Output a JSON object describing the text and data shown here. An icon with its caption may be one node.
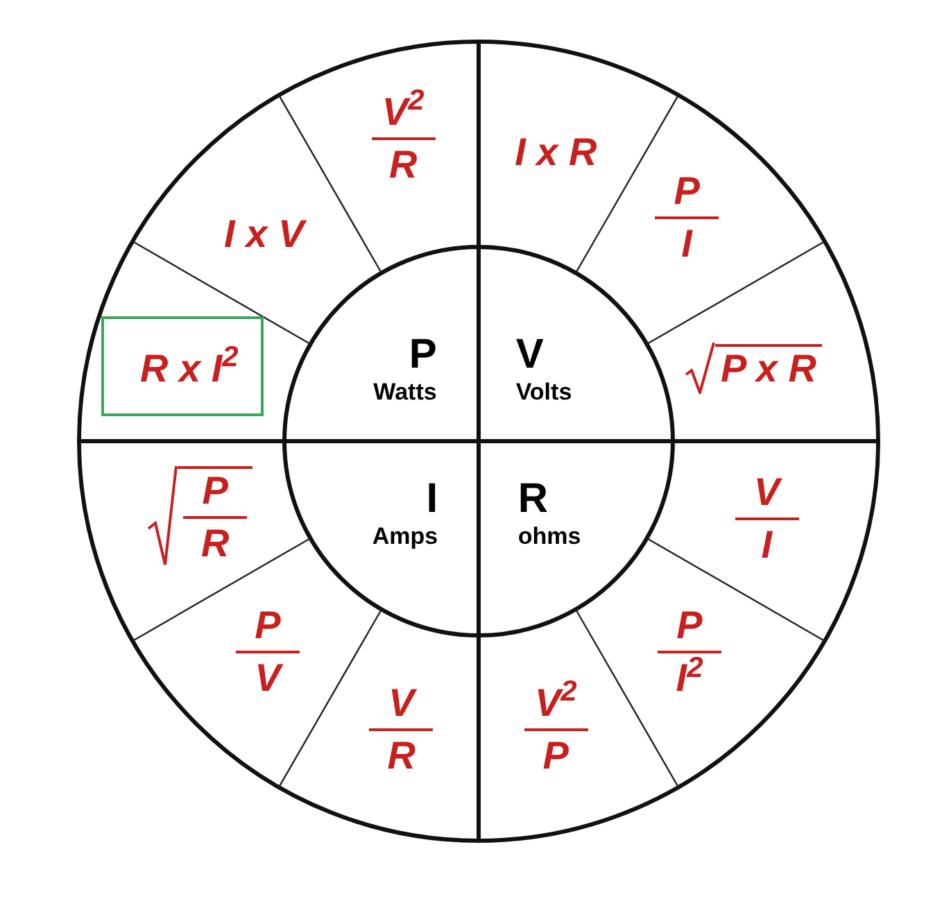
{
  "diagram": {
    "nodes": [
      {
        "text": [
          "P",
          "Watts"
        ]
      },
      {
        "text": [
          "V",
          "Volts"
        ]
      },
      {
        "text": [
          "I",
          "Amps"
        ]
      },
      {
        "text": [
          "R",
          "ohms"
        ]
      },
      {
        "text": [
          "I x R"
        ]
      },
      {
        "text": [
          "P",
          "I"
        ]
      },
      {
        "text": [
          "P x R"
        ]
      },
      {
        "text": [
          "V",
          "I"
        ]
      },
      {
        "text": [
          "P",
          "I$^{2}$"
        ]
      },
      {
        "text": [
          "V$^{2}$",
          "P"
        ]
      },
      {
        "text": [
          "V",
          "R"
        ]
      },
      {
        "text": [
          "P",
          "V"
        ]
      },
      {
        "text": [
          "P",
          "R"
        ]
      },
      {
        "text": [
          "R x I$^{2}$"
        ]
      },
      {
        "text": [
          "I x V"
        ]
      },
      {
        "text": [
          "V$^{2}$",
          "R"
        ]
      }
    ]
  }
}
